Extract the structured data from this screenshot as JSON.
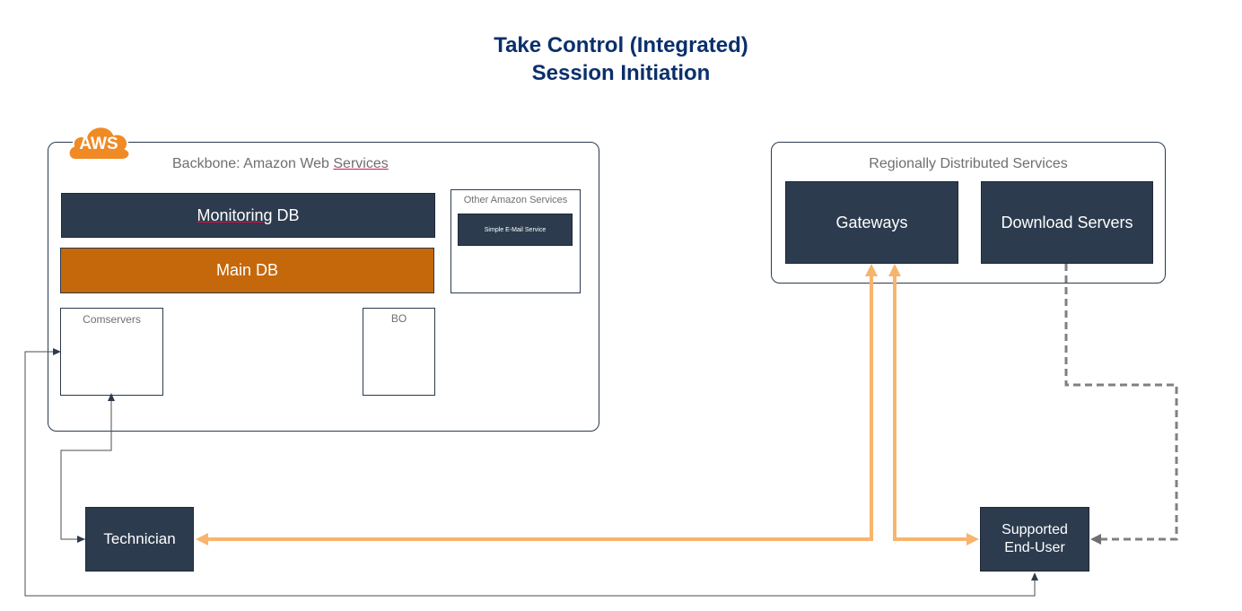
{
  "title": {
    "line1": "Take Control (Integrated)",
    "line2": "Session Initiation"
  },
  "aws": {
    "badge": "AWS",
    "label_prefix": "Backbone: Amazon Web ",
    "label_services": "Services",
    "monitoring_db_a": "Monitoring",
    "monitoring_db_b": " DB",
    "main_db": "Main DB",
    "comservers": "Comservers",
    "bo": "BO",
    "other_services": "Other Amazon Services",
    "simple_email": "Simple E-Mail Service"
  },
  "regional": {
    "label": "Regionally Distributed Services",
    "gateways": "Gateways",
    "download_servers": "Download Servers"
  },
  "technician": "Technician",
  "end_user": {
    "line1": "Supported",
    "line2": "End-User"
  },
  "colors": {
    "title": "#0b2f6b",
    "dark_box": "#2c3b4e",
    "main_db": "#c5680b",
    "aws_orange": "#f08a24",
    "flow_orange": "#f7b46d",
    "dashed_gray": "#808080"
  }
}
